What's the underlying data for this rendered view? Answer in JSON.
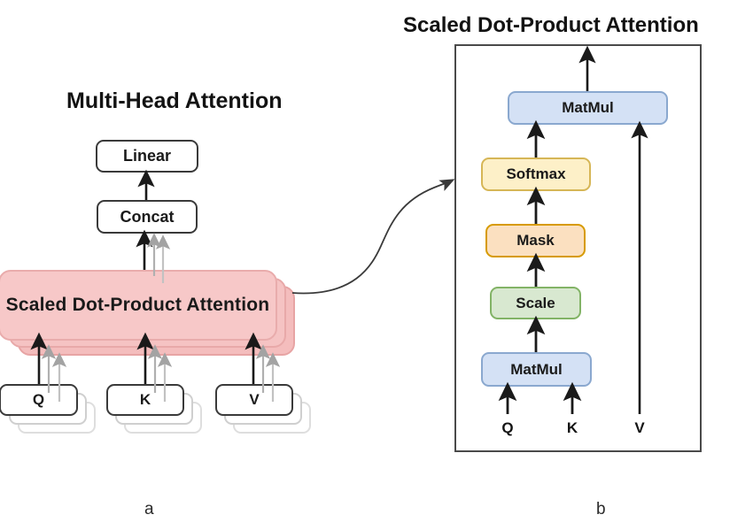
{
  "figure": {
    "left_title": "Multi-Head Attention",
    "right_title": "Scaled Dot-Product Attention",
    "caption_a": "a",
    "caption_b": "b"
  },
  "colors": {
    "pink_fill": "#f7c8c8",
    "pink_stroke": "#e9acac",
    "blue_fill": "#d4e1f5",
    "blue_stroke": "#8aa8cf",
    "yellow_fill": "#fdf0c8",
    "yellow_stroke": "#d6b656",
    "orange_fill": "#fbe0c0",
    "orange_stroke": "#d79b00",
    "green_fill": "#d8e8d0",
    "green_stroke": "#82b366",
    "box_stroke": "#3a3a3a",
    "arrow": "#1a1a1a",
    "ghost_arrow": "#9a9a9a",
    "panel_stroke": "#4a4a4a"
  },
  "multi_head": {
    "boxes": [
      {
        "id": "linear",
        "label": "Linear"
      },
      {
        "id": "concat",
        "label": "Concat"
      },
      {
        "id": "sdpa",
        "label": "Scaled Dot-Product Attention"
      },
      {
        "id": "q",
        "label": "Q"
      },
      {
        "id": "k",
        "label": "K"
      },
      {
        "id": "v",
        "label": "V"
      }
    ],
    "stack_depth": 3
  },
  "sdpa_panel": {
    "boxes": [
      {
        "id": "matmul-top",
        "label": "MatMul",
        "color": "blue"
      },
      {
        "id": "softmax",
        "label": "Softmax",
        "color": "yellow"
      },
      {
        "id": "mask",
        "label": "Mask",
        "color": "orange"
      },
      {
        "id": "scale",
        "label": "Scale",
        "color": "green"
      },
      {
        "id": "matmul-bottom",
        "label": "MatMul",
        "color": "blue"
      }
    ],
    "inputs": [
      {
        "id": "q",
        "label": "Q"
      },
      {
        "id": "k",
        "label": "K"
      },
      {
        "id": "v",
        "label": "V"
      }
    ]
  }
}
